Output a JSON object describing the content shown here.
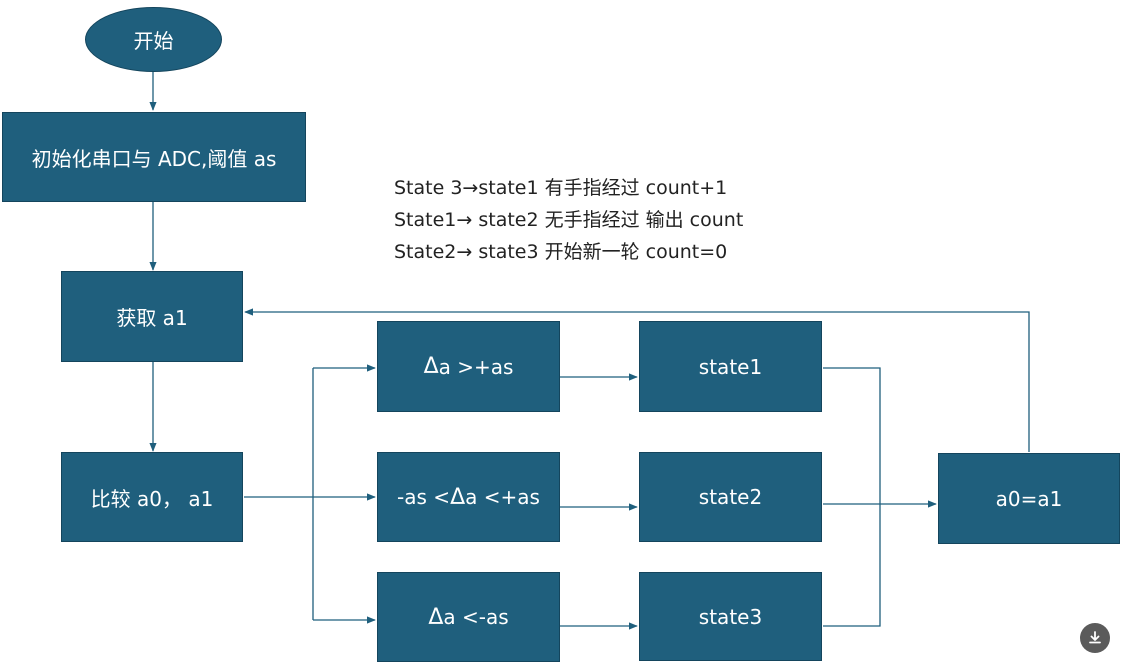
{
  "nodes": {
    "start": "开始",
    "init": "初始化串口与 ADC,阈值 as",
    "get_a1": "获取 a1",
    "compare": "比较 a0，  a1",
    "cond_up_symbol": "Δ",
    "cond_up_text": "a >+as",
    "cond_mid_prefix": "-as <",
    "cond_mid_symbol": "Δ",
    "cond_mid_text": "a <+as",
    "cond_down_symbol": "Δ",
    "cond_down_text": "a <-as",
    "state1": "state1",
    "state2": "state2",
    "state3": "state3",
    "assign": "a0=a1"
  },
  "notes": [
    "State 3→state1  有手指经过  count+1",
    "State1→  state2  无手指经过  输出 count",
    "State2→  state3  开始新一轮  count=0"
  ],
  "colors": {
    "node_fill": "#1f5f7d",
    "connector": "#1f5f7d"
  },
  "icons": {
    "download": "download-icon"
  }
}
